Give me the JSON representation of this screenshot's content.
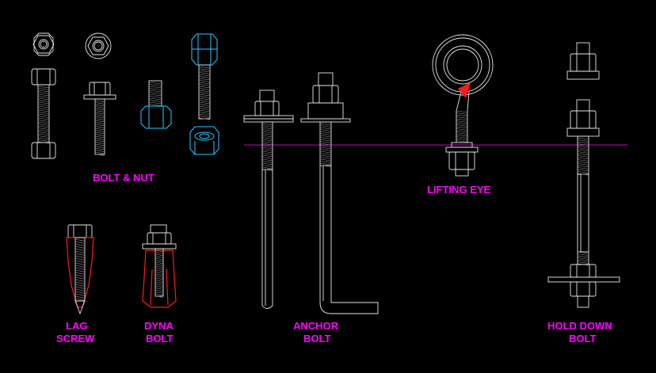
{
  "labels": {
    "bolt_nut": "BOLT & NUT",
    "lag_screw_1": "LAG",
    "lag_screw_2": "SCREW",
    "dyna_bolt_1": "DYNA",
    "dyna_bolt_2": "BOLT",
    "anchor_bolt_1": "ANCHOR",
    "anchor_bolt_2": "BOLT",
    "lifting_eye": "LIFTING EYE",
    "hold_down_1": "HOLD DOWN",
    "hold_down_2": "BOLT"
  },
  "colors": {
    "background": "#000000",
    "linework": "#e6e6e6",
    "highlight": "#27c7ff",
    "anchor_sleeve": "#ff1a1a",
    "label": "#ff00ff",
    "ground_line": "#c000c0"
  }
}
